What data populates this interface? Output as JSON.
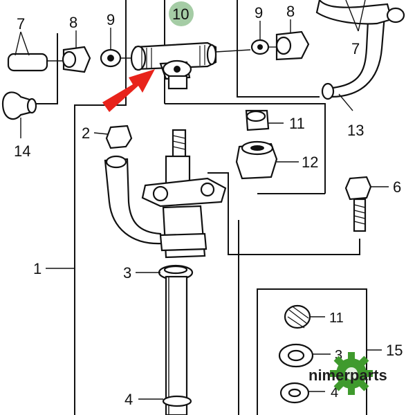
{
  "callouts": {
    "c1": "1",
    "c2": "2",
    "c3a": "3",
    "c3b": "3",
    "c4a": "4",
    "c4b": "4",
    "c6": "6",
    "c7a": "7",
    "c7b": "7",
    "c8a": "8",
    "c8b": "8",
    "c9a": "9",
    "c9b": "9",
    "c10": "10",
    "c11a": "11",
    "c11b": "11",
    "c12": "12",
    "c13": "13",
    "c14": "14",
    "c15": "15"
  },
  "watermark": {
    "text": "nimerparts"
  },
  "colors": {
    "highlight_circle": "#8fbf8f",
    "arrow": "#e8231b",
    "gear": "#3f9a2d",
    "line": "#111111"
  }
}
